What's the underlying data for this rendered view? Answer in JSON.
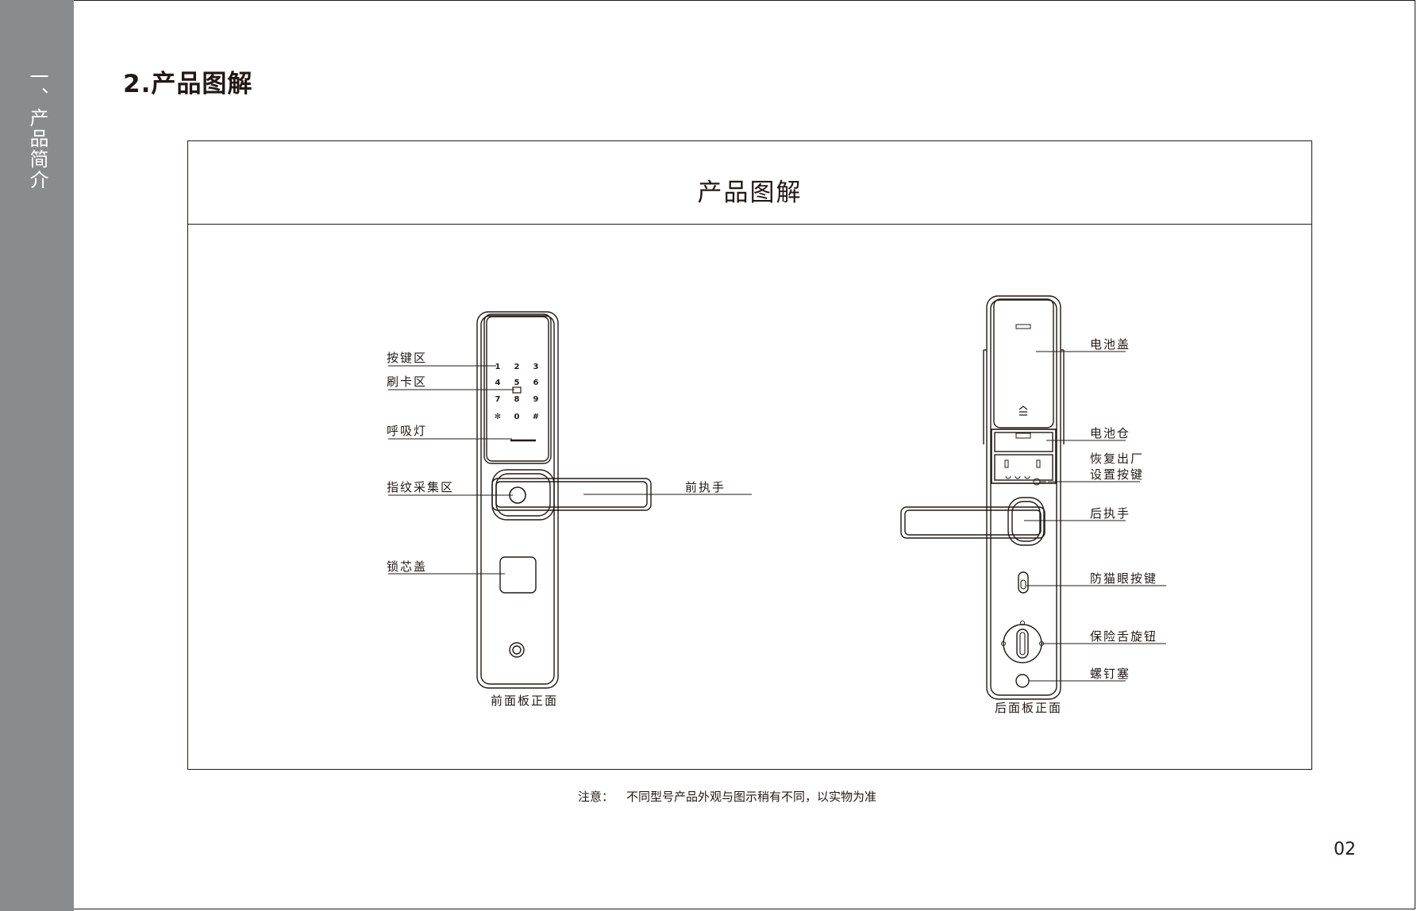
{
  "sidebar": {
    "section": "一、产品简介"
  },
  "page": {
    "heading": "2.产品图解",
    "page_number": "02"
  },
  "figure": {
    "title": "产品图解",
    "front_panel": {
      "caption": "前面板正面",
      "keypad": [
        "1",
        "2",
        "3",
        "4",
        "5",
        "6",
        "7",
        "8",
        "9",
        "✻",
        "0",
        "#"
      ],
      "labels": {
        "keypad_area": "按键区",
        "card_area": "刷卡区",
        "breathing_light": "呼吸灯",
        "fingerprint_area": "指纹采集区",
        "front_handle": "前执手",
        "lock_cylinder_cover": "锁芯盖"
      }
    },
    "rear_panel": {
      "caption": "后面板正面",
      "labels": {
        "battery_cover": "电池盖",
        "battery_compartment": "电池仓",
        "factory_reset_1": "恢复出厂",
        "factory_reset_2": "设置按键",
        "rear_handle": "后执手",
        "anti_peephole_button": "防猫眼按键",
        "safety_latch_knob": "保险舌旋钮",
        "screw_plug": "螺钉塞"
      }
    }
  },
  "note": {
    "prefix": "注意：",
    "text": "不同型号产品外观与图示稍有不同，以实物为准"
  },
  "colors": {
    "sidebar": "#8a8b8d",
    "ink": "#231815"
  }
}
